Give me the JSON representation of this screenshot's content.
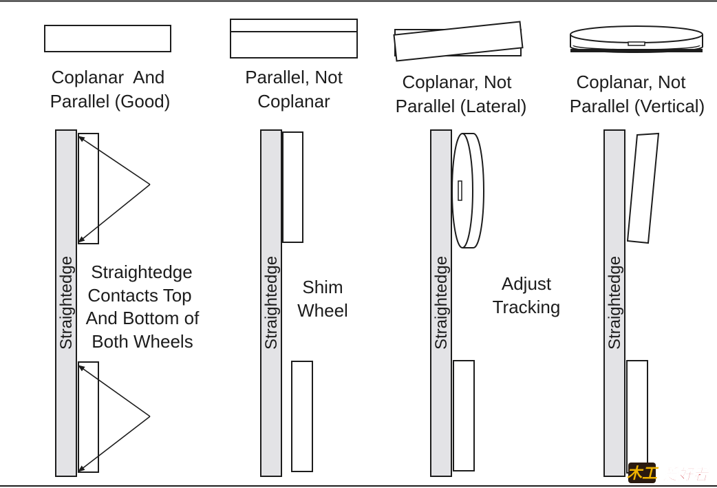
{
  "panels": [
    {
      "title_line1": "Coplanar  And",
      "title_line2": "Parallel (Good)",
      "straightedge_label": "Straightedge",
      "note_lines": [
        "Straightedge",
        "Contacts Top",
        "And Bottom of",
        "Both Wheels"
      ]
    },
    {
      "title_line1": "Parallel, Not",
      "title_line2": "Coplanar",
      "straightedge_label": "Straightedge",
      "note_lines": [
        "Shim",
        "Wheel"
      ]
    },
    {
      "title_line1": "Coplanar, Not",
      "title_line2": "Parallel (Lateral)",
      "straightedge_label": "Straightedge",
      "note_lines": [
        "Adjust",
        "Tracking"
      ]
    },
    {
      "title_line1": "Coplanar, Not",
      "title_line2": "Parallel (Vertical)",
      "straightedge_label": "Straightedge"
    }
  ],
  "watermark": {
    "logo_text": "木工",
    "text": "爱好者"
  },
  "colors": {
    "line": "#1c1c1c",
    "straightedge_fill": "#e3e3e6",
    "watermark_red": "#c8101c",
    "watermark_gold": "#f0b400"
  }
}
